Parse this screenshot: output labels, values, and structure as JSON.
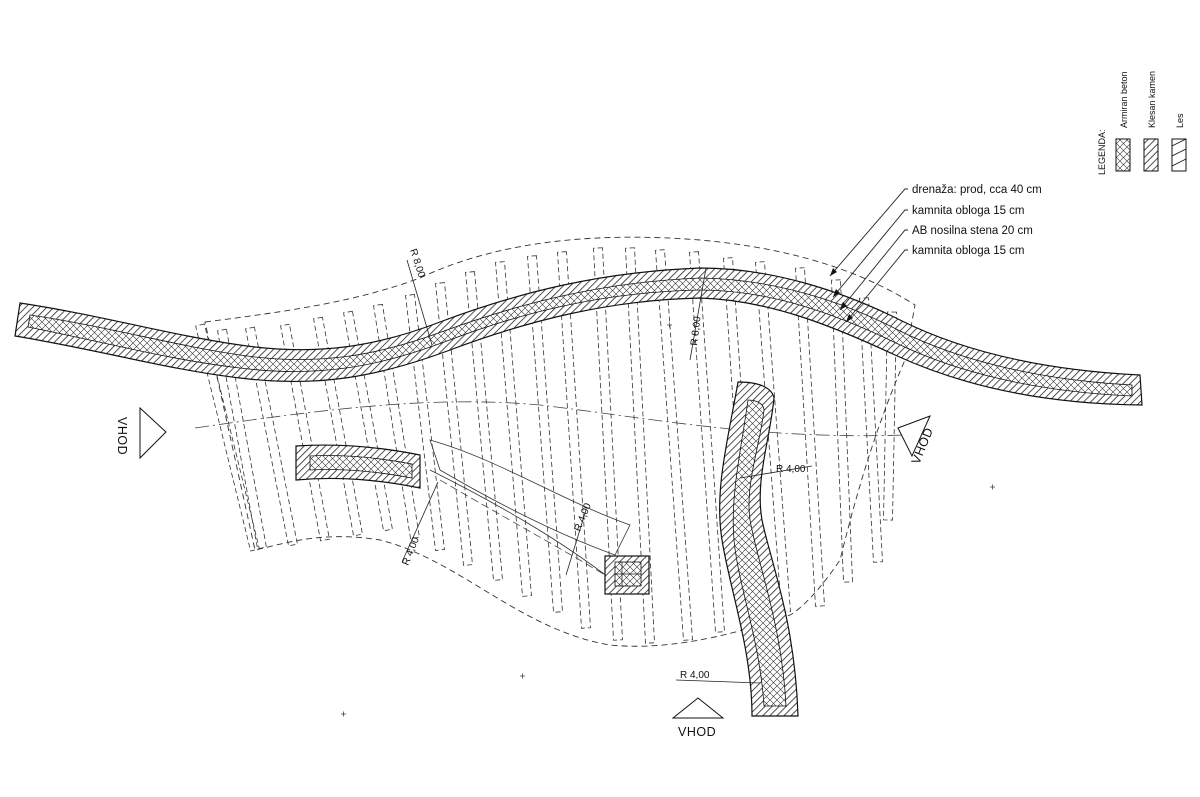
{
  "callouts": [
    "drenaža: prod, cca 40 cm",
    "kamnita obloga 15 cm",
    "AB nosilna stena 20 cm",
    "kamnita obloga 15 cm"
  ],
  "dimensions": {
    "r8_top": "R 8,00",
    "r8_mid": "R 8,00",
    "r4_left": "R 4,00",
    "r4_center": "R 4,00",
    "r4_right": "R 4,00",
    "r4_bottom": "R 4,00"
  },
  "entrances": {
    "left": "VHOD",
    "right": "VHOD",
    "bottom": "VHOD"
  },
  "legend": {
    "title": "LEGENDA:",
    "items": [
      "Armiran beton",
      "Klesan kamen",
      "Les"
    ]
  }
}
